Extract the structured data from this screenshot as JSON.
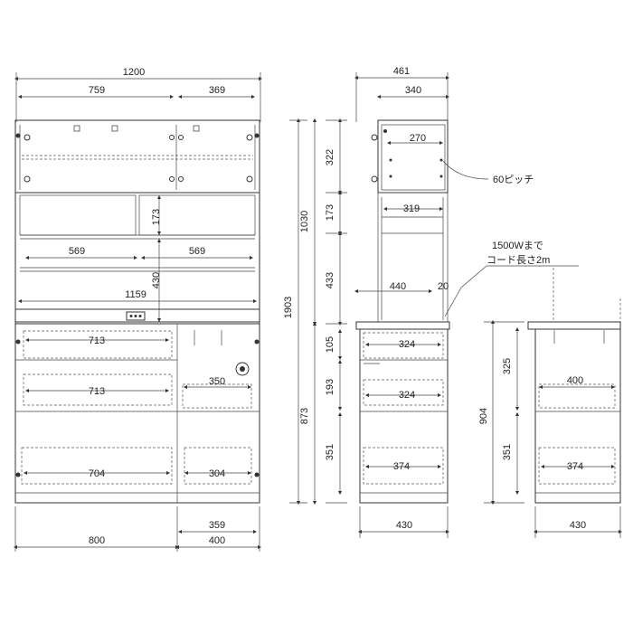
{
  "front": {
    "overall_width": "1200",
    "upper_left_width": "759",
    "upper_right_width": "369",
    "shelf_gap": "173",
    "shelf_left_width": "569",
    "shelf_right_width": "569",
    "shelf_height": "430",
    "counter_inner_width": "1159",
    "drawer1_width": "713",
    "drawer2_width": "713",
    "drawer_right_width": "350",
    "bottom_left_width": "704",
    "bottom_right_width": "304",
    "lower_right_inner": "359",
    "lower_left_width": "800",
    "lower_right_width": "400",
    "total_height": "1903",
    "upper_height": "1030",
    "lower_height": "873",
    "h_322": "322",
    "h_173": "173",
    "h_433": "433",
    "h_105": "105",
    "h_193": "193",
    "h_351": "351"
  },
  "side": {
    "depth_total": "461",
    "depth_upper": "340",
    "inner_270": "270",
    "pitch_note": "60ピッチ",
    "inner_319": "319",
    "outlet_note_1": "1500Wまで",
    "outlet_note_2": "コード長さ2m",
    "counter_depth": "440",
    "gap_20": "20",
    "drawer_324a": "324",
    "drawer_324b": "324",
    "lower_depth": "430"
  },
  "side_small": {
    "h_904": "904",
    "h_325": "325",
    "h_351": "351",
    "inner_374": "374",
    "depth_430": "430"
  },
  "side_right": {
    "inner_400": "400",
    "inner_374": "374",
    "depth_430": "430"
  }
}
